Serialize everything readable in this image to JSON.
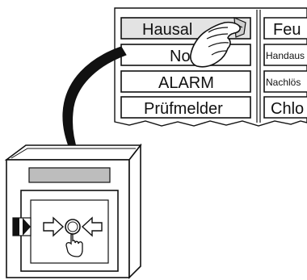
{
  "label_sheet": {
    "left_column": [
      "Hausal",
      "No",
      "ALARM",
      "Prüfmelder"
    ],
    "right_column": [
      "Feu",
      "Handaus",
      "Nachlös",
      "Chlo"
    ]
  },
  "icons": {
    "hand": "hand-icon",
    "arrow": "curved-arrow-icon",
    "left_arrow": "arrow-right-outline-icon",
    "right_arrow": "arrow-left-outline-icon",
    "button": "push-button-icon",
    "press_hand": "pointing-hand-icon"
  },
  "colors": {
    "sticker_fill": "#e3e3e3",
    "label_window": "#bdbdbd",
    "line": "#111111"
  }
}
